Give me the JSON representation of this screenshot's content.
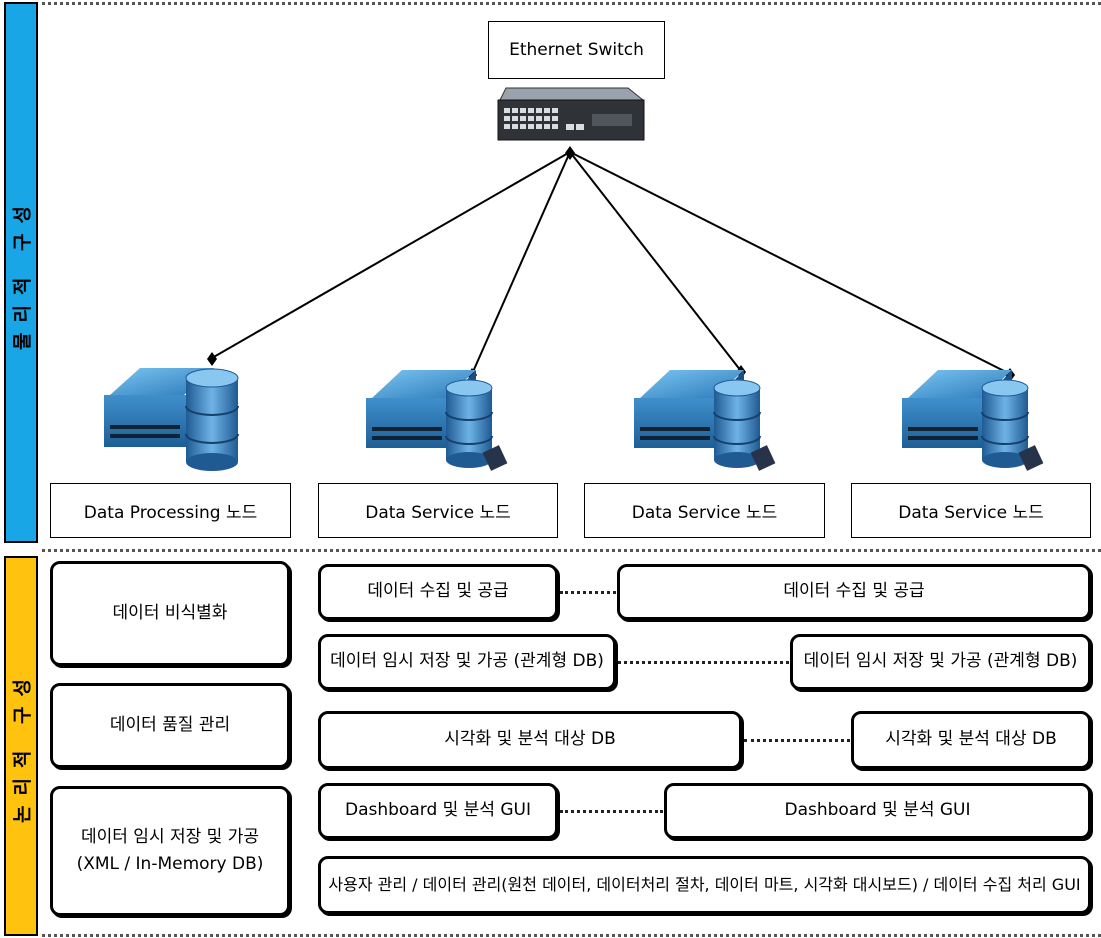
{
  "physical_label": "물리적 구성",
  "logical_label": "논리적 구성",
  "switch": {
    "label": "Ethernet Switch",
    "icon": "network-switch-icon"
  },
  "nodes": [
    {
      "label": "Data Processing 노드",
      "icon": "server-database-icon"
    },
    {
      "label": "Data Service 노드",
      "icon": "server-database-icon"
    },
    {
      "label": "Data Service 노드",
      "icon": "server-database-icon"
    },
    {
      "label": "Data Service 노드",
      "icon": "server-database-icon"
    }
  ],
  "logical": {
    "left": [
      "데이터 비식별화",
      "데이터 품질 관리",
      "데이터 임시 저장 및 가공\n(XML / In-Memory DB)"
    ],
    "rows": [
      {
        "left": "데이터 수집 및 공급",
        "right": "데이터 수집 및 공급"
      },
      {
        "left": "데이터 임시 저장 및 가공 (관계형 DB)",
        "right": "데이터 임시 저장 및 가공 (관계형 DB)"
      },
      {
        "left": "시각화 및 분석 대상 DB",
        "right": "시각화 및 분석 대상 DB"
      },
      {
        "left": "Dashboard 및 분석 GUI",
        "right": "Dashboard 및 분석 GUI"
      }
    ],
    "bottom": "사용자 관리 / 데이터 관리(원천 데이터, 데이터처리 절차, 데이터 마트, 시각화 대시보드) / 데이터 수집 처리 GUI"
  },
  "colors": {
    "physical_band": "#19a6e6",
    "logical_band": "#ffc20e",
    "server": "#3d8fd0"
  }
}
